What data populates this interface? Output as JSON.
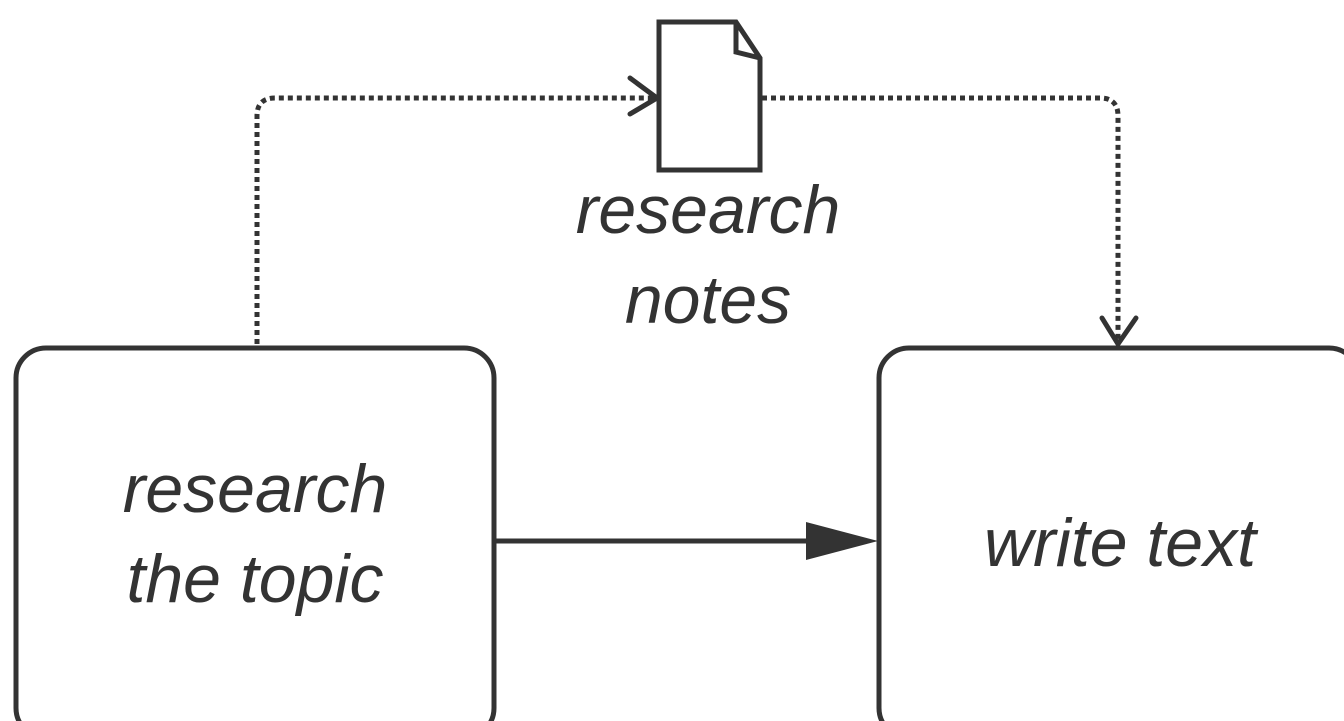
{
  "nodes": {
    "research_topic": {
      "line1": "research",
      "line2": "the topic"
    },
    "write_text": {
      "label": "write text"
    },
    "research_notes": {
      "line1": "research",
      "line2": "notes",
      "icon": "document-icon"
    }
  },
  "edges": {
    "main_flow": {
      "from": "research the topic",
      "to": "write text",
      "style": "solid"
    },
    "to_notes": {
      "from": "research the topic",
      "to": "research notes",
      "style": "dotted"
    },
    "from_notes": {
      "from": "research notes",
      "to": "write text",
      "style": "dotted"
    }
  },
  "colors": {
    "stroke": "#333333",
    "text": "#333333",
    "background": "#ffffff"
  }
}
